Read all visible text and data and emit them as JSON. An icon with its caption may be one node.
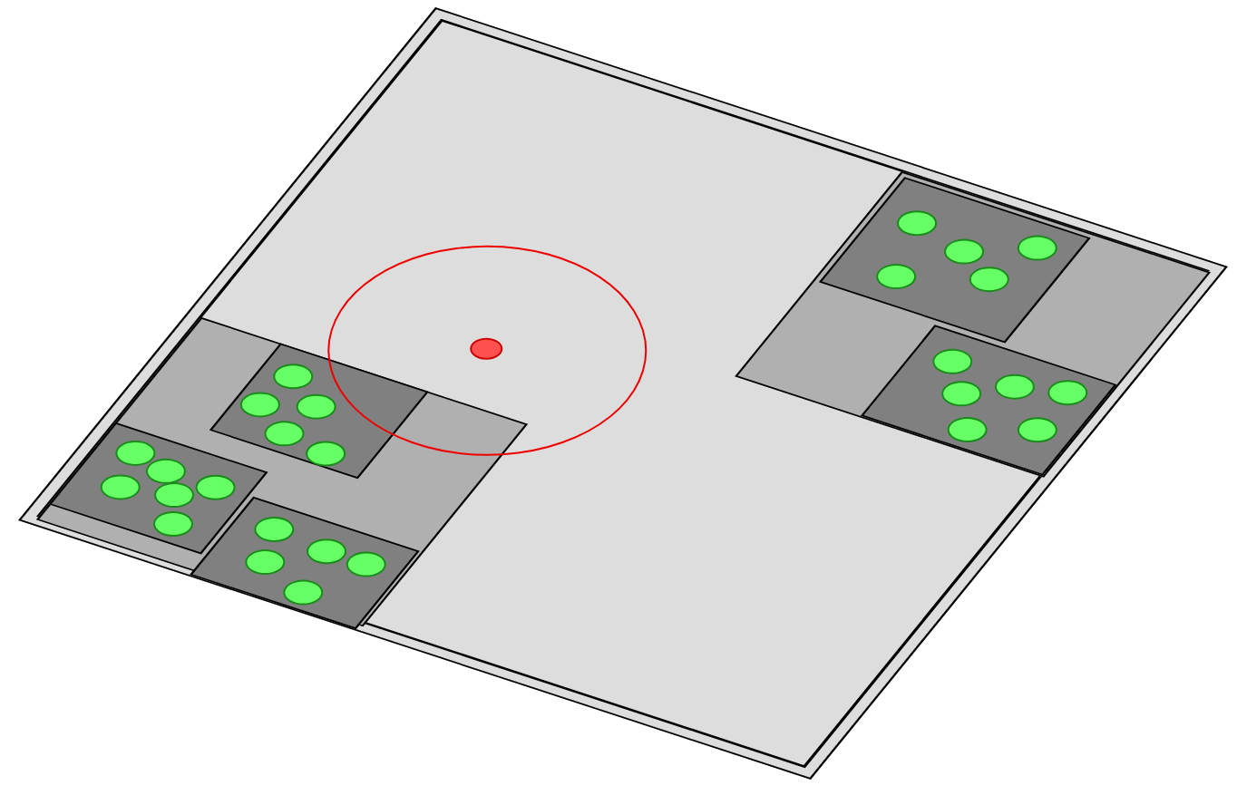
{
  "diagram": {
    "nodes": [
      {
        "text": [],
        "shape": "box"
      },
      {
        "text": [],
        "shape": "box",
        "in": 0
      },
      {
        "text": [],
        "shape": "box",
        "in": 1
      },
      {
        "text": [],
        "shape": "circle",
        "in": 2
      },
      {
        "text": [],
        "shape": "circle",
        "in": 2
      },
      {
        "text": [],
        "shape": "circle",
        "in": 2
      },
      {
        "text": [],
        "shape": "circle",
        "in": 2
      },
      {
        "text": [],
        "shape": "circle",
        "in": 2
      },
      {
        "text": [],
        "shape": "box",
        "in": 1
      },
      {
        "text": [],
        "shape": "circle",
        "in": 8
      },
      {
        "text": [],
        "shape": "circle",
        "in": 8
      },
      {
        "text": [],
        "shape": "circle",
        "in": 8
      },
      {
        "text": [],
        "shape": "circle",
        "in": 8
      },
      {
        "text": [],
        "shape": "circle",
        "in": 8
      },
      {
        "text": [],
        "shape": "circle",
        "in": 8
      },
      {
        "text": [],
        "shape": "box",
        "in": 0
      },
      {
        "text": [],
        "shape": "box",
        "in": 15
      },
      {
        "text": [],
        "shape": "circle",
        "in": 16
      },
      {
        "text": [],
        "shape": "circle",
        "in": 16
      },
      {
        "text": [],
        "shape": "circle",
        "in": 16
      },
      {
        "text": [],
        "shape": "circle",
        "in": 16
      },
      {
        "text": [],
        "shape": "circle",
        "in": 16
      },
      {
        "text": [],
        "shape": "box",
        "in": 15
      },
      {
        "text": [],
        "shape": "circle",
        "in": 22
      },
      {
        "text": [],
        "shape": "circle",
        "in": 22
      },
      {
        "text": [],
        "shape": "circle",
        "in": 22
      },
      {
        "text": [],
        "shape": "circle",
        "in": 22
      },
      {
        "text": [],
        "shape": "circle",
        "in": 22
      },
      {
        "text": [],
        "shape": "circle",
        "in": 22
      },
      {
        "text": [],
        "shape": "box",
        "in": 15
      },
      {
        "text": [],
        "shape": "circle",
        "in": 29
      },
      {
        "text": [],
        "shape": "circle",
        "in": 29
      },
      {
        "text": [],
        "shape": "circle",
        "in": 29
      },
      {
        "text": [],
        "shape": "circle",
        "in": 29
      },
      {
        "text": [],
        "shape": "circle",
        "in": 29
      },
      {
        "text": [],
        "shape": "circle",
        "in": 0
      },
      {
        "text": [],
        "shape": "circle"
      }
    ]
  }
}
